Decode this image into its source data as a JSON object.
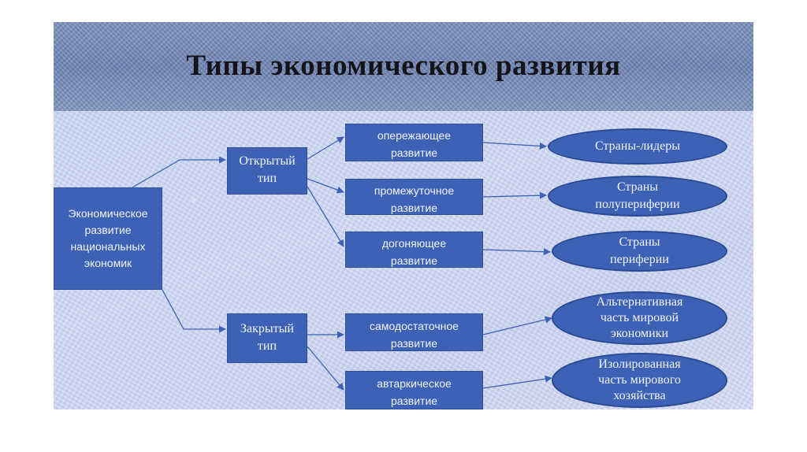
{
  "title": "Типы экономического развития",
  "nodes": {
    "root": "Экономическое\nразвитие\nнациональных\nэкономик",
    "open_type": "Открытый\nтип",
    "closed_type": "Закрытый\nтип",
    "advanced": "опережающее\nразвитие",
    "intermediate": "промежуточное\nразвитие",
    "catching_up": "догоняющее\nразвитие",
    "self_sufficient": "самодостаточное\nразвитие",
    "autarkic": "автаркическое\nразвитие"
  },
  "outcomes": {
    "leaders": "Страны-лидеры",
    "semi_periphery": "Страны\nполупериферии",
    "periphery": "Страны\nпериферии",
    "alternative": "Альтернативная\nчасть мировой\nэкономики",
    "isolated": "Изолированная\nчасть мирового\nхозяйства"
  },
  "colors": {
    "box_fill": "#3c61b5",
    "box_text": "#f2f5ff",
    "connector": "#3c61b5",
    "title_band": "#7589bb"
  }
}
